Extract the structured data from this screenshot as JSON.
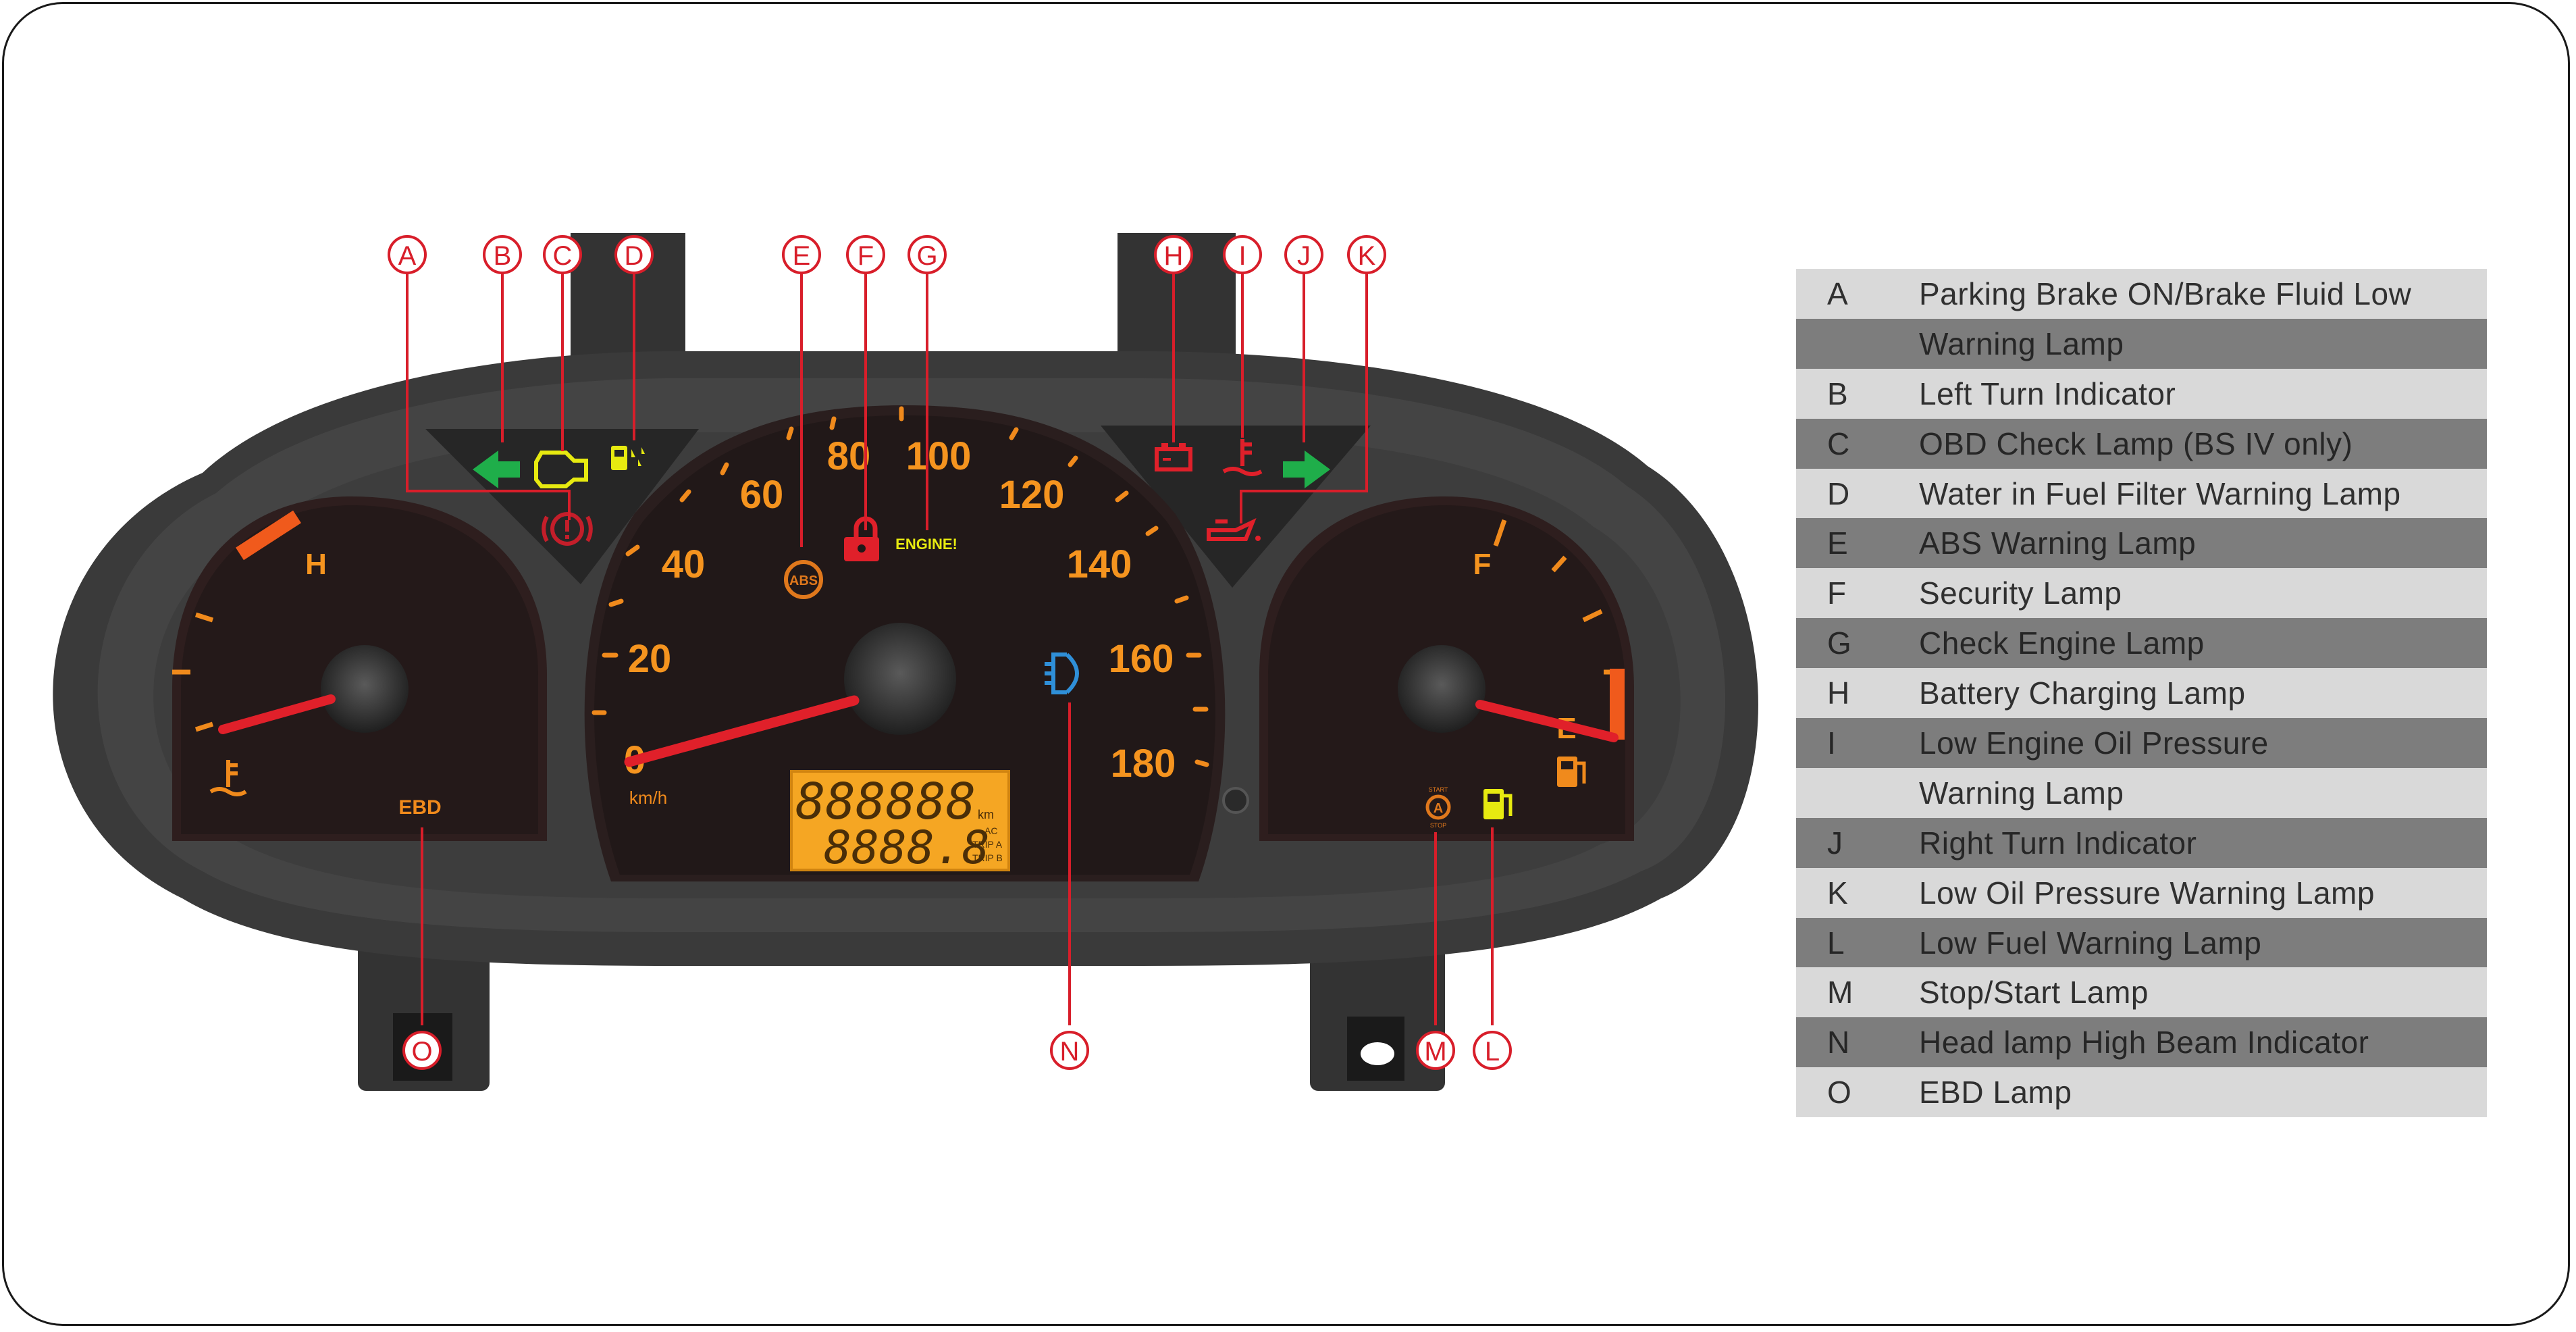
{
  "gauges": {
    "speed_ticks": [
      "0",
      "20",
      "40",
      "60",
      "80",
      "100",
      "120",
      "140",
      "160",
      "180"
    ],
    "speed_unit": "km/h",
    "temp_label_hot": "H",
    "fuel_label_full": "F",
    "fuel_label_empty": "E",
    "odometer_value": "888888",
    "odometer_unit": "km",
    "trip_value": "8888.8",
    "trip_labels": [
      "AC",
      "TRIP A",
      "TRIP B"
    ],
    "ebd_text": "EBD",
    "engine_text": "ENGINE!",
    "abs_text": "ABS",
    "stop_start_text": [
      "START",
      "STOP"
    ]
  },
  "callout_letters": [
    "A",
    "B",
    "C",
    "D",
    "E",
    "F",
    "G",
    "H",
    "I",
    "J",
    "K",
    "L",
    "M",
    "N",
    "O"
  ],
  "legend": [
    {
      "code": "A",
      "desc": "Parking Brake ON/Brake Fluid Low"
    },
    {
      "code": "",
      "desc": "Warning Lamp"
    },
    {
      "code": "B",
      "desc": "Left Turn Indicator"
    },
    {
      "code": "C",
      "desc": "OBD Check Lamp (BS IV only)"
    },
    {
      "code": "D",
      "desc": "Water in Fuel Filter Warning Lamp"
    },
    {
      "code": "E",
      "desc": "ABS Warning Lamp"
    },
    {
      "code": "F",
      "desc": "Security Lamp"
    },
    {
      "code": "G",
      "desc": "Check Engine Lamp"
    },
    {
      "code": "H",
      "desc": "Battery Charging Lamp"
    },
    {
      "code": "I",
      "desc": "Low Engine Oil Pressure"
    },
    {
      "code": "",
      "desc": "Warning Lamp"
    },
    {
      "code": "J",
      "desc": "Right Turn Indicator"
    },
    {
      "code": "K",
      "desc": "Low Oil Pressure Warning Lamp"
    },
    {
      "code": "L",
      "desc": "Low Fuel Warning Lamp"
    },
    {
      "code": "M",
      "desc": "Stop/Start Lamp"
    },
    {
      "code": "N",
      "desc": "Head lamp High Beam Indicator"
    },
    {
      "code": "O",
      "desc": "EBD Lamp"
    }
  ],
  "colors": {
    "callout": "#d81e2a",
    "gauge_orange": "#f08a1c",
    "needle": "#e0202a",
    "turn_green": "#1fae4a",
    "lcd": "#f5a623"
  }
}
